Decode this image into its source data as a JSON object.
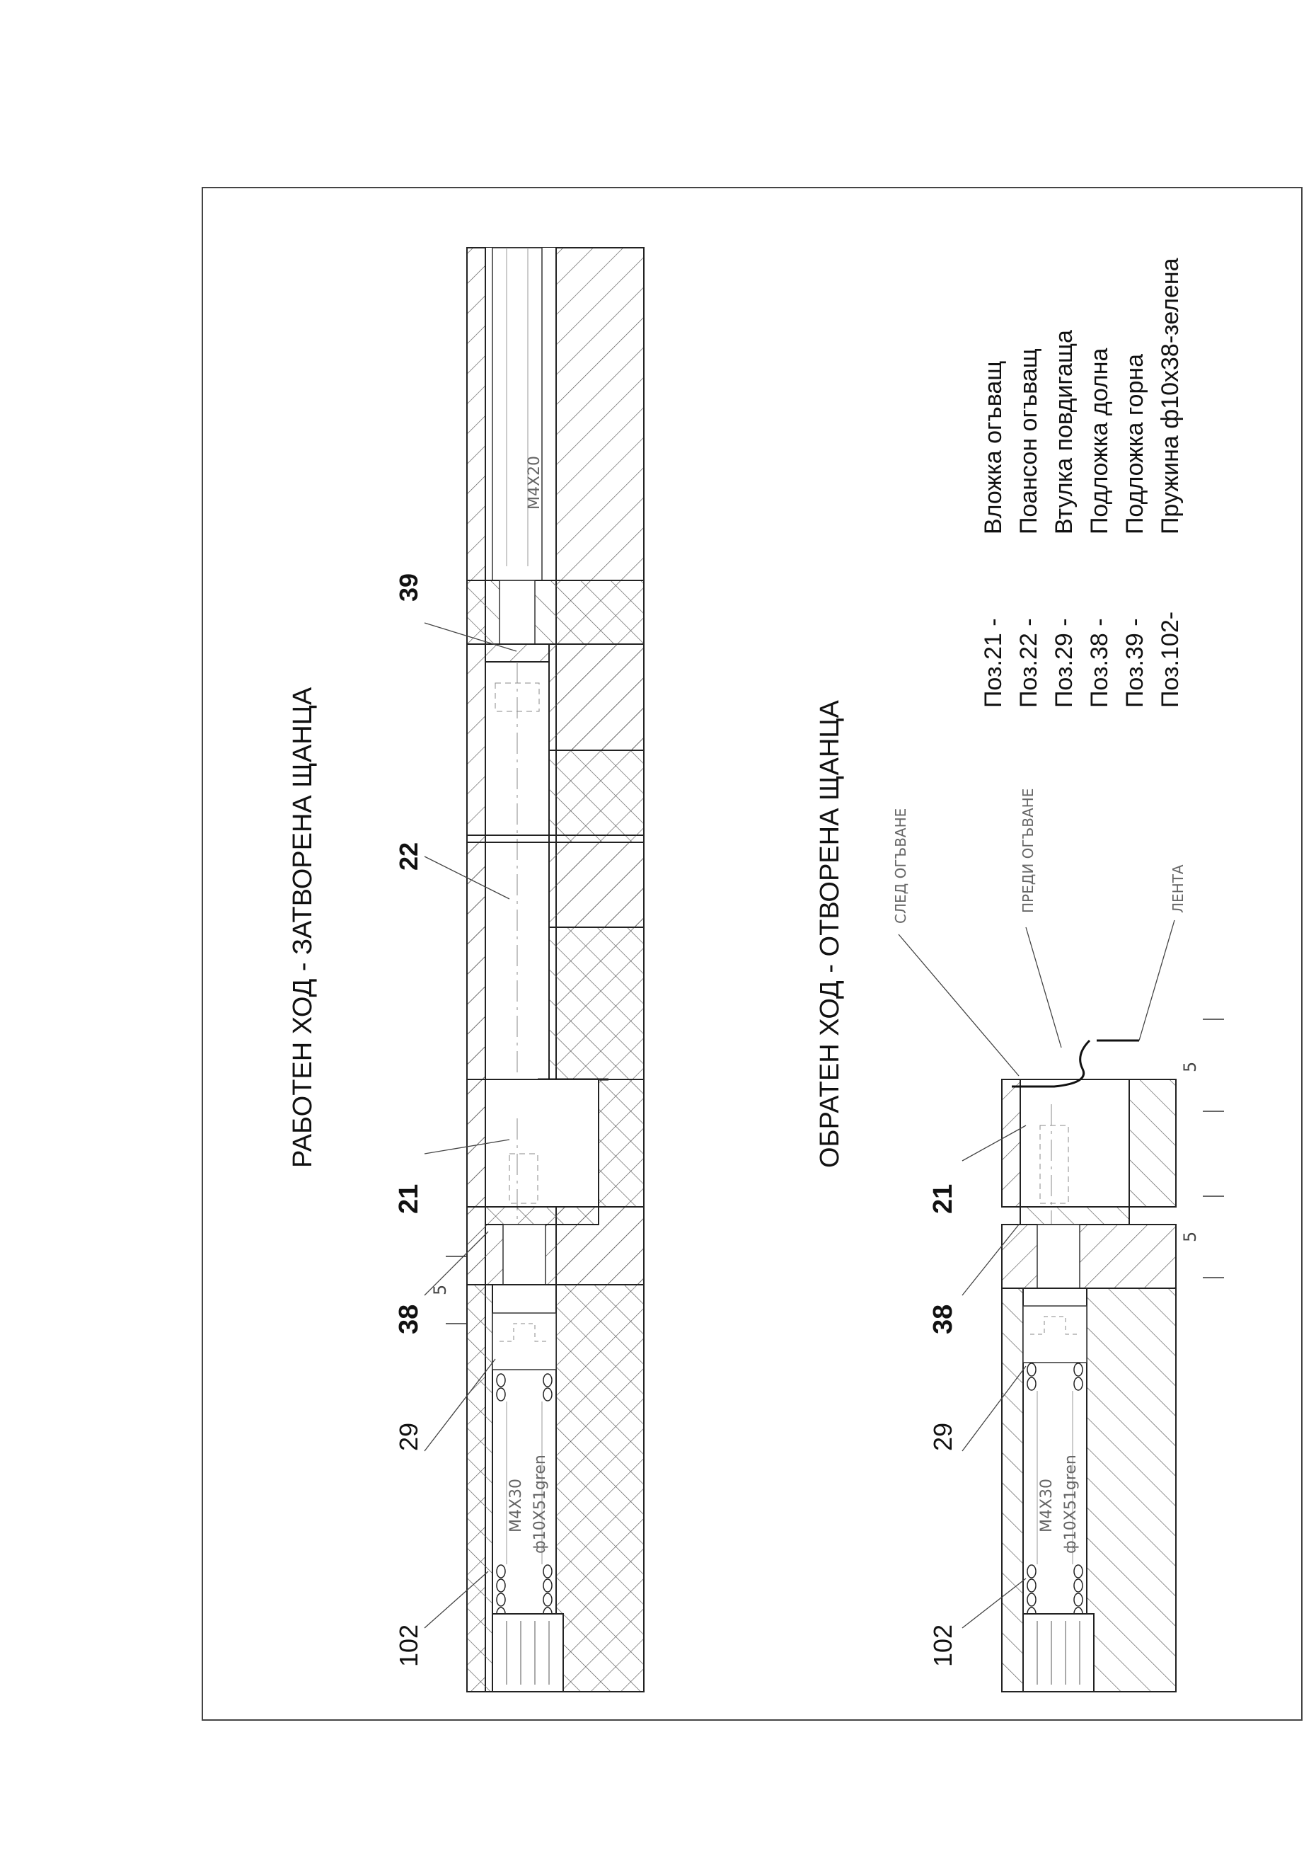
{
  "titles": {
    "working": "РАБОТЕН ХОД - ЗАТВОРЕНА ЩАНЦА",
    "return": "ОБРАТЕН ХОД - ОТВОРЕНА ЩАНЦА"
  },
  "callouts": {
    "top": [
      "39",
      "22",
      "21",
      "38",
      "29",
      "102"
    ],
    "bottom": [
      "21",
      "38",
      "29",
      "102"
    ]
  },
  "labels": {
    "screw_top": "M4X20",
    "screw_lower": "M4X30",
    "spring": "ф10X51gren",
    "after_bend": "СЛЕД ОГЪВАНЕ",
    "before_bend": "ПРЕДИ ОГЪВАНЕ",
    "strip": "ЛЕНТА"
  },
  "dimensions": {
    "stroke_top": "5",
    "stroke_bottom_a": "5",
    "stroke_bottom_b": "5"
  },
  "legend": [
    {
      "pos": "Поз.21  -",
      "name": "Вложка огъващ"
    },
    {
      "pos": "Поз.22  -",
      "name": "Поансон огъващ"
    },
    {
      "pos": "Поз.29  -",
      "name": "Втулка повдигаща"
    },
    {
      "pos": "Поз.38  -",
      "name": "Подложка долна"
    },
    {
      "pos": "Поз.39  -",
      "name": "Подложка горна"
    },
    {
      "pos": "Поз.102-",
      "name": "Пружина ф10x38-зелена"
    }
  ]
}
